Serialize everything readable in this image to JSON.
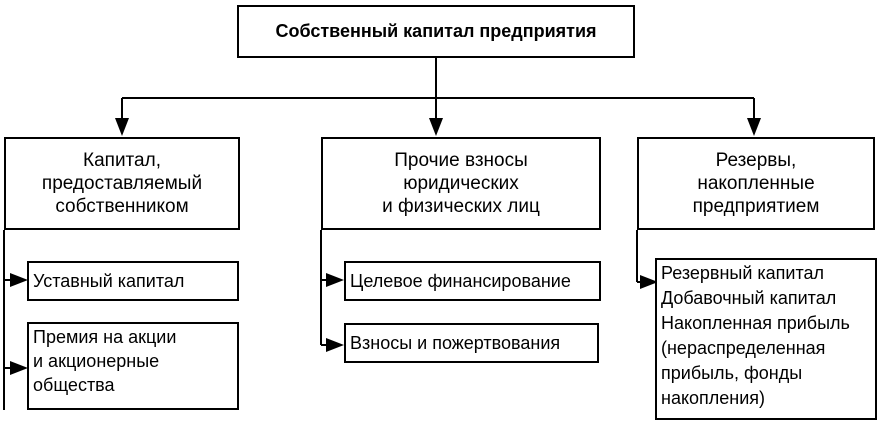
{
  "root": {
    "label": "Собственный капитал предприятия"
  },
  "categories": [
    {
      "label": "Капитал,\nпредоставляемый\nсобственником",
      "items": [
        "Уставный капитал",
        "Премия на акции\nи акционерные\nобщества"
      ]
    },
    {
      "label": "Прочие взносы\nюридических\nи физических лиц",
      "items": [
        "Целевое финансирование",
        "Взносы и пожертвования"
      ]
    },
    {
      "label": "Резервы,\nнакопленные\nпредприятием",
      "items": [
        "Резервный капитал\nДобавочный капитал\nНакопленная прибыль\n(нераспределенная\nприбыль, фонды\nнакопления)"
      ]
    }
  ]
}
